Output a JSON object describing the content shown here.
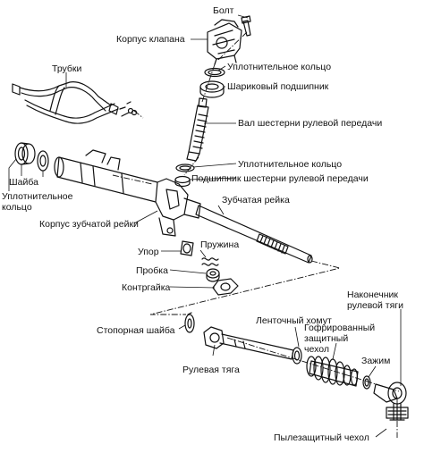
{
  "labels": {
    "bolt": "Болт",
    "valve_housing": "Корпус клапана",
    "tubes": "Трубки",
    "seal_ring_top": "Уплотнительное кольцо",
    "ball_bearing": "Шариковый подшипник",
    "pinion_shaft": "Вал шестерни рулевой передачи",
    "seal_ring_mid": "Уплотнительное кольцо",
    "pinion_bearing": "Подшипник шестерни рулевой передачи",
    "washer": "Шайба",
    "seal_ring_left": "Уплотнительное кольцо",
    "rack": "Зубчатая рейка",
    "rack_housing": "Корпус зубчатой рейки",
    "stop": "Упор",
    "spring": "Пружина",
    "plug": "Пробка",
    "locknut": "Контргайка",
    "tie_rod_end": "Наконечник рулевой тяги",
    "band_clamp": "Ленточный хомут",
    "corrugated_boot": "Гофрированный защитный чехол",
    "clip": "Зажим",
    "lock_washer": "Стопорная шайба",
    "tie_rod": "Рулевая тяга",
    "dust_boot": "Пылезащитный чехол"
  }
}
